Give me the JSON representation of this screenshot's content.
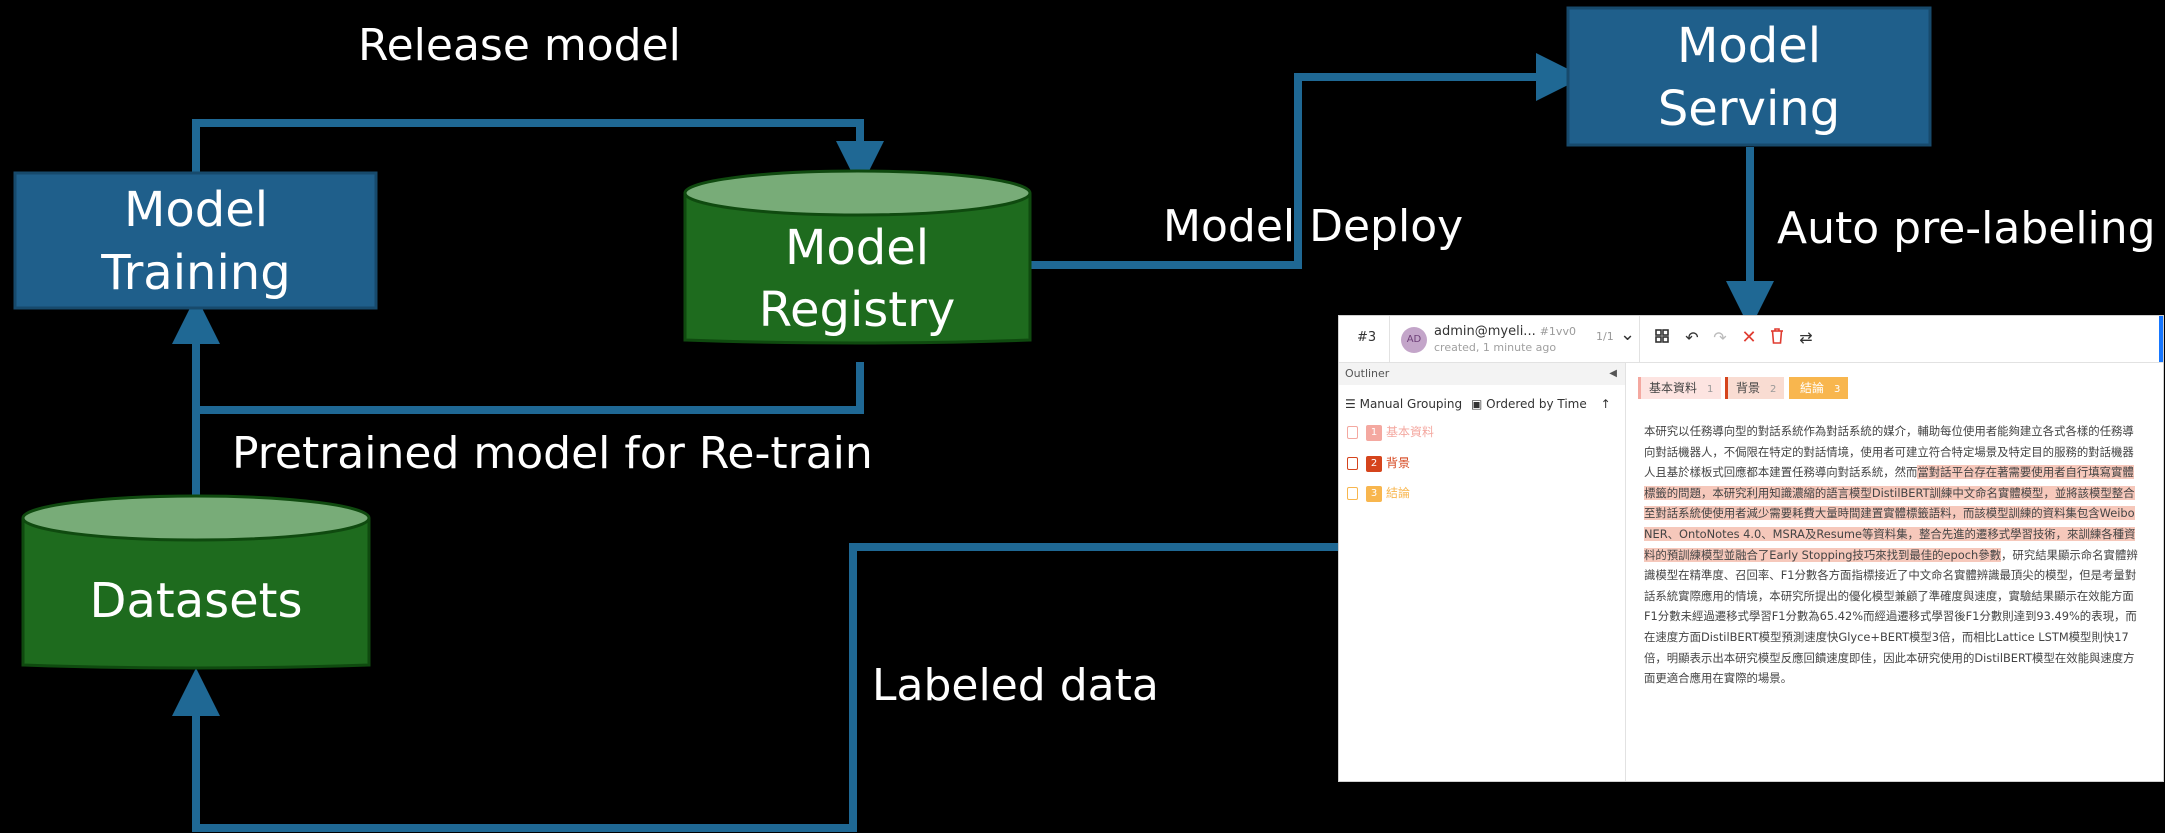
{
  "nodes": {
    "model_training": {
      "line1": "Model",
      "line2": "Training",
      "color": "#1f5f8b"
    },
    "model_registry": {
      "line1": "Model",
      "line2": "Registry",
      "color": "#1e6b1e"
    },
    "model_serving": {
      "line1": "Model",
      "line2": "Serving",
      "color": "#1f5f8b"
    },
    "datasets": {
      "label": "Datasets",
      "color": "#1e6b1e"
    }
  },
  "edges": {
    "release_model": "Release model",
    "model_deploy": "Model Deploy",
    "auto_prelabeling": "Auto pre-labeling",
    "pretrained_retrain": "Pretrained model for Re-train",
    "labeled_data": "Labeled data"
  },
  "colors": {
    "arrow": "#1f6894",
    "background": "#000000"
  },
  "annotation_panel": {
    "task_id": "#3",
    "avatar": "AD",
    "user": "admin@myeli...",
    "annotation_id": "#1vv0",
    "created": "created, 1 minute ago",
    "pager": "1/1",
    "outliner_title": "Outliner",
    "grouping": "Manual Grouping",
    "ordering": "Ordered by Time",
    "regions": [
      {
        "num": "1",
        "label": "基本資料",
        "color": "#f4a8a0"
      },
      {
        "num": "2",
        "label": "背景",
        "color": "#d5441c"
      },
      {
        "num": "3",
        "label": "結論",
        "color": "#f8b64e"
      }
    ],
    "labels": [
      {
        "name": "基本資料",
        "hotkey": "1"
      },
      {
        "name": "背景",
        "hotkey": "2"
      },
      {
        "name": "結論",
        "hotkey": "3"
      }
    ],
    "text": {
      "part1": "本研究以任務導向型的對話系統作為對話系統的媒介，輔助每位使用者能夠建立各式各樣的任務導向對話機器人，不侷限在特定的對話情境，使用者可建立符合特定場景及特定目的服務的對話機器人且基於樣板式回應都本建置任務導向對話系統，然而",
      "part2": "當對話平台存在著需要使用者自行填寫實體標籤的問題，本研究利用知識濃縮的語言模型DistilBERT訓練中文命名實體模型，並將該模型整合至對話系統使使用者減少需要耗費大量時間建置實體標籤語料，而該模型訓練的資料集包含Weibo NER、OntoNotes 4.0、MSRA及Resume等資料集，整合先進的遷移式學習技術，來訓練各種資料的預訓練模型並融合了Early Stopping技巧來找到最佳的epoch參數",
      "part3": "，研究結果顯示命名實體辨識模型在精準度、召回率、F1分數各方面指標接近了中文命名實體辨識最頂尖的模型，但是考量對話系統實際應用的情境，本研究所提出的優化模型兼顧了準確度與速度，實驗結果顯示在效能方面F1分數未經過遷移式學習F1分數為65.42%而經過遷移式學習後F1分數則達到93.49%的表現，而在速度方面DistilBERT模型預測速度快Glyce+BERT模型3倍，而相比Lattice LSTM模型則快17倍，明顯表示出本研究模型反應回饋速度即佳，因此本研究使用的DistilBERT模型在效能與速度方面更適合應用在實際的場景。"
    }
  }
}
